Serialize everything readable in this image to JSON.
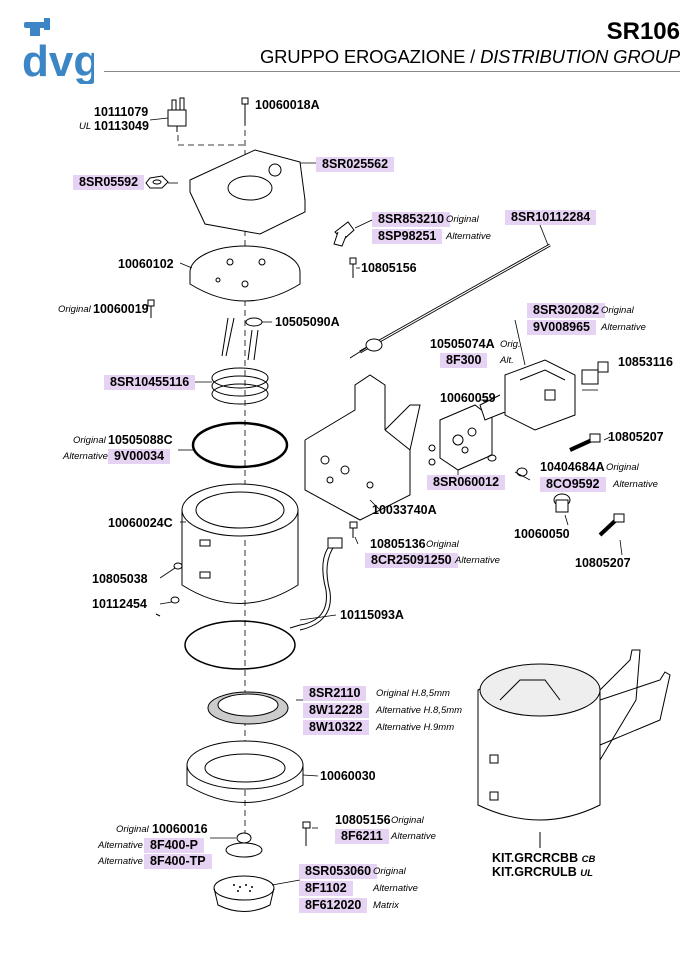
{
  "header": {
    "logo_text": "dvg",
    "model": "SR106",
    "title_it": "GRUPPO EROGAZIONE",
    "separator": "/",
    "title_en": "DISTRIBUTION GROUP"
  },
  "colors": {
    "highlight": "#e6d2f2",
    "logo": "#3d86c6",
    "line": "#000000"
  },
  "parts": {
    "p10111079": "10111079",
    "ul_prefix": "UL",
    "p10113049": "10113049",
    "p10060018A": "10060018A",
    "p8SR025562": "8SR025562",
    "p8SR05592": "8SR05592",
    "p8SR853210": "8SR853210",
    "p8SP98251": "8SP98251",
    "p8SR10112284": "8SR10112284",
    "p10060102": "10060102",
    "p10805156a": "10805156",
    "p10060019": "10060019",
    "p10505090A": "10505090A",
    "p8SR302082": "8SR302082",
    "p9V008965": "9V008965",
    "p10505074A": "10505074A",
    "p8F300": "8F300",
    "p10853116": "10853116",
    "p8SR10455116": "8SR10455116",
    "p10060059": "10060059",
    "p10505088C": "10505088C",
    "p9V00034": "9V00034",
    "p10805207a": "10805207",
    "p10404684A": "10404684A",
    "p8SR060012": "8SR060012",
    "p8CO9592": "8CO9592",
    "p10033740A": "10033740A",
    "p10060024C": "10060024C",
    "p10060050": "10060050",
    "p10805136": "10805136",
    "p8CR25091250": "8CR25091250",
    "p10805038": "10805038",
    "p10805207b": "10805207",
    "p10112454": "10112454",
    "p10115093A": "10115093A",
    "p8SR2110": "8SR2110",
    "p8W12228": "8W12228",
    "p8W10322": "8W10322",
    "p10060030": "10060030",
    "p10805156b": "10805156",
    "p8F6211": "8F6211",
    "p10060016": "10060016",
    "p8F400P": "8F400-P",
    "p8F400TP": "8F400-TP",
    "p8SR053060": "8SR053060",
    "p8F1102": "8F1102",
    "p8F612020": "8F612020",
    "kitCB": "KIT.GRCRCBB",
    "kitUL": "KIT.GRCRULB"
  },
  "notes": {
    "original": "Original",
    "alternative": "Alternative",
    "orig_short": "Orig.",
    "alt_short": "Alt.",
    "original_h85": "Original H.8,5mm",
    "alternative_h85": "Alternative H.8,5mm",
    "alternative_h9": "Alternative H.9mm",
    "matrix": "Matrix",
    "cb": "CB",
    "ul": "UL"
  }
}
